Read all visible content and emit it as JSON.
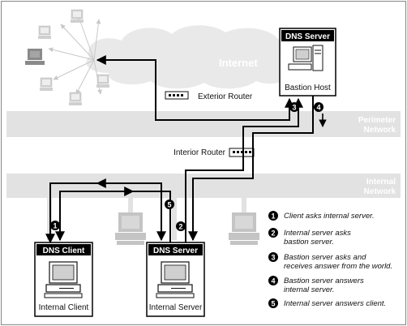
{
  "internet_label": "Internet",
  "perimeter_network": {
    "line1": "Perimeter",
    "line2": "Network"
  },
  "internal_network": {
    "line1": "Internal",
    "line2": "Network"
  },
  "bastion": {
    "header": "DNS Server",
    "label": "Bastion Host"
  },
  "exterior_router": "Exterior Router",
  "interior_router": "Interior Router",
  "dns_client": {
    "header": "DNS Client",
    "label": "Internal Client"
  },
  "dns_internal_server": {
    "header": "DNS Server",
    "label": "Internal Server"
  },
  "step_numbers": [
    "1",
    "2",
    "3",
    "4",
    "5"
  ],
  "legend": [
    {
      "num": "1",
      "lines": [
        "Client asks internal server."
      ]
    },
    {
      "num": "2",
      "lines": [
        "Internal server asks",
        "bastion server."
      ]
    },
    {
      "num": "3",
      "lines": [
        "Bastion server asks and",
        "receives answer from the world."
      ]
    },
    {
      "num": "4",
      "lines": [
        "Bastion server answers",
        "internal server."
      ]
    },
    {
      "num": "5",
      "lines": [
        "Internal server answers client."
      ]
    }
  ]
}
